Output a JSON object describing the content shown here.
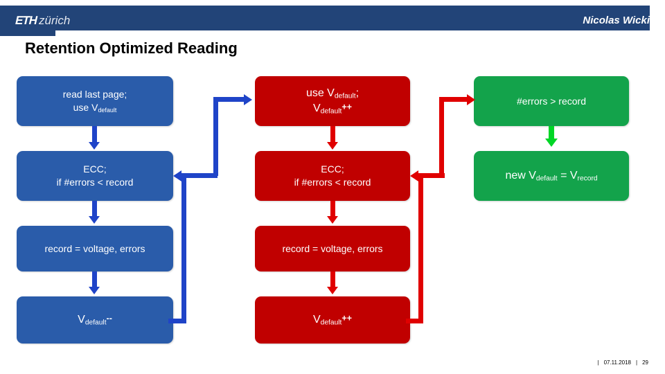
{
  "header": {
    "logo_bold": "ETH",
    "logo_light": "zürich",
    "author": "Nicolas Wicki",
    "band_color": "#224478"
  },
  "title": "Retention Optimized Reading",
  "flowchart": {
    "columns": [
      {
        "name": "blue-column",
        "color": "#2a5caa",
        "nodes": [
          {
            "id": "read-last-page",
            "line1": "read last page;",
            "line2_pre": "use V",
            "line2_sub": "default",
            "line2_post": ""
          },
          {
            "id": "ecc-check-blue",
            "line1": "ECC;",
            "line2_pre": "if #errors < record",
            "line2_sub": "",
            "line2_post": ""
          },
          {
            "id": "record-blue",
            "line1": "record = voltage, errors",
            "line2_pre": "",
            "line2_sub": "",
            "line2_post": ""
          },
          {
            "id": "vdefault-dec",
            "line1": "",
            "line2_pre": "V",
            "line2_sub": "default",
            "line2_post": "--"
          }
        ]
      },
      {
        "name": "red-column",
        "color": "#c00000",
        "nodes": [
          {
            "id": "use-vdefault-inc",
            "line1_pre": "use V",
            "line1_sub": "default",
            "line1_post": ";",
            "line2_pre": "V",
            "line2_sub": "default",
            "line2_post": "++"
          },
          {
            "id": "ecc-check-red",
            "line1": "ECC;",
            "line2_pre": "if #errors < record",
            "line2_sub": "",
            "line2_post": ""
          },
          {
            "id": "record-red",
            "line1": "record = voltage, errors",
            "line2_pre": "",
            "line2_sub": "",
            "line2_post": ""
          },
          {
            "id": "vdefault-inc",
            "line1": "",
            "line2_pre": "V",
            "line2_sub": "default",
            "line2_post": "++"
          }
        ]
      },
      {
        "name": "green-column",
        "color": "#13a34b",
        "nodes": [
          {
            "id": "errors-gt-record",
            "line1": "#errors > record",
            "line2_pre": "",
            "line2_sub": "",
            "line2_post": ""
          },
          {
            "id": "new-vdefault",
            "line1": "",
            "line2_pre": "new V",
            "line2_sub": "default",
            "line2_mid": " = V",
            "line2_sub2": "record",
            "line2_post": ""
          }
        ]
      }
    ],
    "connector_colors": {
      "blue": "#1f44c8",
      "red": "#e00000",
      "green": "#00d626"
    }
  },
  "footer": {
    "sep1": "|",
    "date": "07.11.2018",
    "sep2": "|",
    "page": "29"
  }
}
